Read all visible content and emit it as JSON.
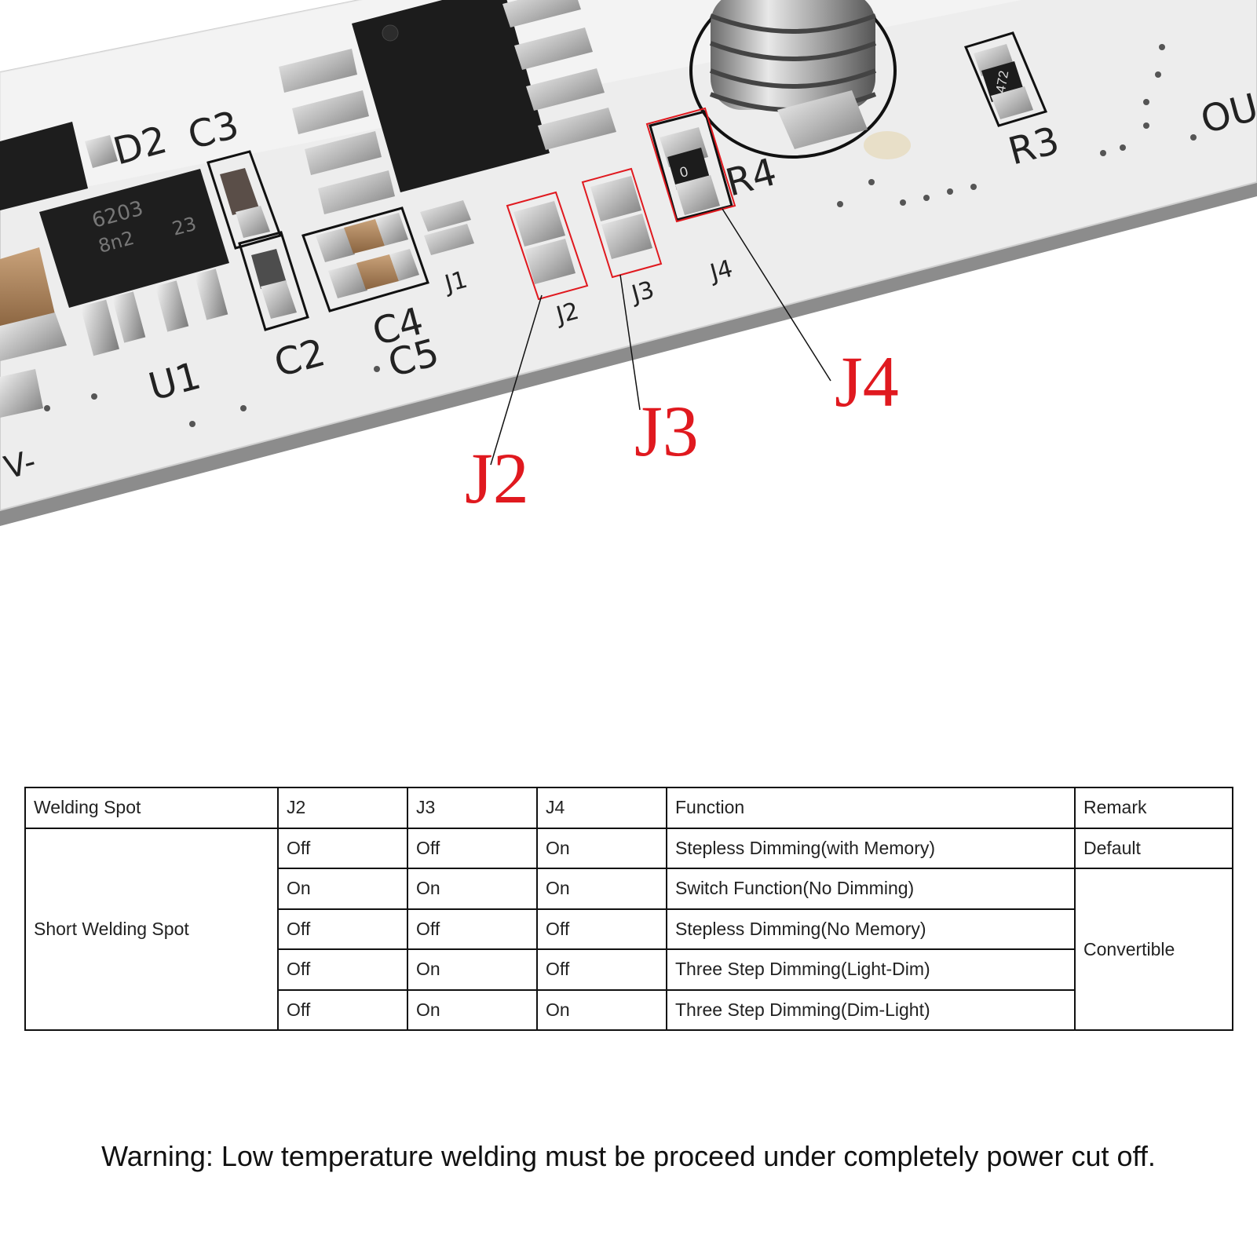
{
  "photo": {
    "silkscreen_labels": [
      "D2",
      "C3",
      "U1",
      "C2",
      "C4",
      "C5",
      "J1",
      "J2",
      "J3",
      "J4",
      "R4",
      "R3",
      "V-",
      "OU"
    ],
    "chip_markings": [
      "6203",
      "8n2",
      "23"
    ],
    "resistor_codes": [
      "0",
      "472"
    ],
    "callouts": [
      "J2",
      "J3",
      "J4"
    ],
    "callout_color": "#e0191f",
    "board_color": "#eeeeee"
  },
  "table": {
    "headers": [
      "Welding Spot",
      "J2",
      "J3",
      "J4",
      "Function",
      "Remark"
    ],
    "group_label": "Short Welding Spot",
    "rows": [
      {
        "j2": "Off",
        "j3": "Off",
        "j4": "On",
        "function": "Stepless Dimming(with Memory)",
        "remark": "Default"
      },
      {
        "j2": "On",
        "j3": "On",
        "j4": "On",
        "function": "Switch Function(No Dimming)",
        "remark": "Convertible"
      },
      {
        "j2": "Off",
        "j3": "Off",
        "j4": "Off",
        "function": "Stepless Dimming(No Memory)"
      },
      {
        "j2": "Off",
        "j3": "On",
        "j4": "Off",
        "function": "Three Step Dimming(Light-Dim)"
      },
      {
        "j2": "Off",
        "j3": "On",
        "j4": "On",
        "function": "Three Step Dimming(Dim-Light)"
      }
    ]
  },
  "warning": "Warning: Low temperature welding must be proceed under completely power cut off."
}
